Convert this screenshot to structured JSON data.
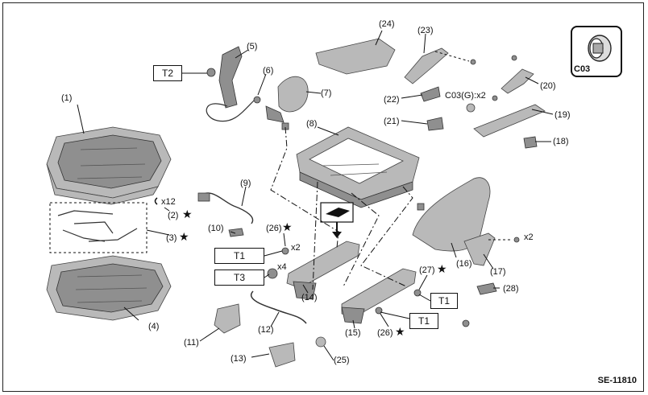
{
  "diagram_code": "SE-11810",
  "parts": [
    {
      "id": "p1",
      "text": "(1)"
    },
    {
      "id": "p2",
      "text": "(2)"
    },
    {
      "id": "p3",
      "text": "(3)"
    },
    {
      "id": "p4",
      "text": "(4)"
    },
    {
      "id": "p5",
      "text": "(5)"
    },
    {
      "id": "p6",
      "text": "(6)"
    },
    {
      "id": "p7",
      "text": "(7)"
    },
    {
      "id": "p8",
      "text": "(8)"
    },
    {
      "id": "p9",
      "text": "(9)"
    },
    {
      "id": "p10",
      "text": "(10)"
    },
    {
      "id": "p11",
      "text": "(11)"
    },
    {
      "id": "p12",
      "text": "(12)"
    },
    {
      "id": "p13",
      "text": "(13)"
    },
    {
      "id": "p14",
      "text": "(14)"
    },
    {
      "id": "p15",
      "text": "(15)"
    },
    {
      "id": "p16",
      "text": "(16)"
    },
    {
      "id": "p17",
      "text": "(17)"
    },
    {
      "id": "p18",
      "text": "(18)"
    },
    {
      "id": "p19",
      "text": "(19)"
    },
    {
      "id": "p20",
      "text": "(20)"
    },
    {
      "id": "p21",
      "text": "(21)"
    },
    {
      "id": "p22",
      "text": "(22)"
    },
    {
      "id": "p23",
      "text": "(23)"
    },
    {
      "id": "p24",
      "text": "(24)"
    },
    {
      "id": "p25",
      "text": "(25)"
    },
    {
      "id": "p26a",
      "text": "(26)"
    },
    {
      "id": "p26b",
      "text": "(26)"
    },
    {
      "id": "p27",
      "text": "(27)"
    }
  ],
  "quantities": {
    "x12": "x12",
    "x2_top": "x2",
    "x4": "x4",
    "x2_right": "x2",
    "c03_qty": "C03(G):x2"
  },
  "torque_boxes": {
    "t2": "T2",
    "t1_left": "T1",
    "t3": "T3",
    "t1_right_a": "T1",
    "t1_right_b": "T1"
  },
  "legend_box": {
    "label": "C03"
  },
  "star_symbol": "★"
}
